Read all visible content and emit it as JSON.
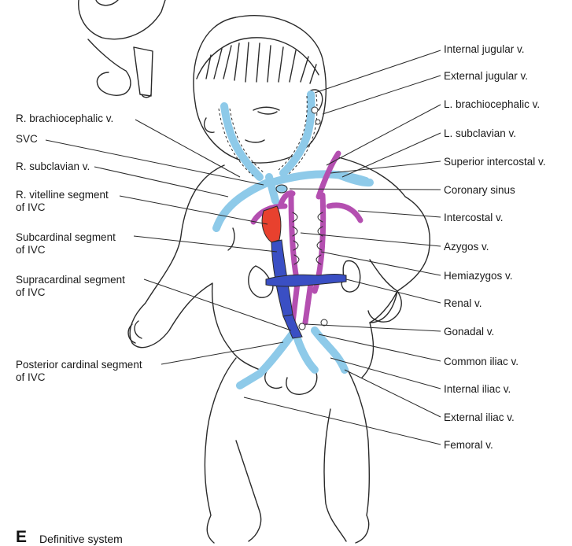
{
  "figure": {
    "panel_letter": "E",
    "caption": "Definitive system"
  },
  "colors": {
    "vein_light_blue": "#8ecae9",
    "vein_dark_blue": "#3a4fc4",
    "vein_purple": "#b44fb0",
    "vein_red": "#e8412e",
    "outline": "#2a2a2a"
  },
  "labels_left": [
    {
      "id": "r-brachiocephalic",
      "lines": [
        "R. brachiocephalic v."
      ]
    },
    {
      "id": "svc",
      "lines": [
        "SVC"
      ]
    },
    {
      "id": "r-subclavian",
      "lines": [
        "R. subclavian v."
      ]
    },
    {
      "id": "r-vitelline-ivc",
      "lines": [
        "R. vitelline segment",
        "of IVC"
      ]
    },
    {
      "id": "subcardinal-ivc",
      "lines": [
        "Subcardinal segment",
        "of IVC"
      ]
    },
    {
      "id": "supracardinal-ivc",
      "lines": [
        "Supracardinal segment",
        "of IVC"
      ]
    },
    {
      "id": "posterior-cardinal-ivc",
      "lines": [
        "Posterior cardinal segment",
        "of IVC"
      ]
    }
  ],
  "labels_right": [
    {
      "id": "internal-jugular",
      "text": "Internal jugular v."
    },
    {
      "id": "external-jugular",
      "text": "External jugular v."
    },
    {
      "id": "l-brachiocephalic",
      "text": "L. brachiocephalic v."
    },
    {
      "id": "l-subclavian",
      "text": "L. subclavian v."
    },
    {
      "id": "superior-intercostal",
      "text": "Superior intercostal v."
    },
    {
      "id": "coronary-sinus",
      "text": "Coronary sinus"
    },
    {
      "id": "intercostal",
      "text": "Intercostal v."
    },
    {
      "id": "azygos",
      "text": "Azygos v."
    },
    {
      "id": "hemiazygos",
      "text": "Hemiazygos v."
    },
    {
      "id": "renal",
      "text": "Renal v."
    },
    {
      "id": "gonadal",
      "text": "Gonadal v."
    },
    {
      "id": "common-iliac",
      "text": "Common iliac v."
    },
    {
      "id": "internal-iliac",
      "text": "Internal iliac v."
    },
    {
      "id": "external-iliac",
      "text": "External iliac v."
    },
    {
      "id": "femoral",
      "text": "Femoral v."
    }
  ]
}
